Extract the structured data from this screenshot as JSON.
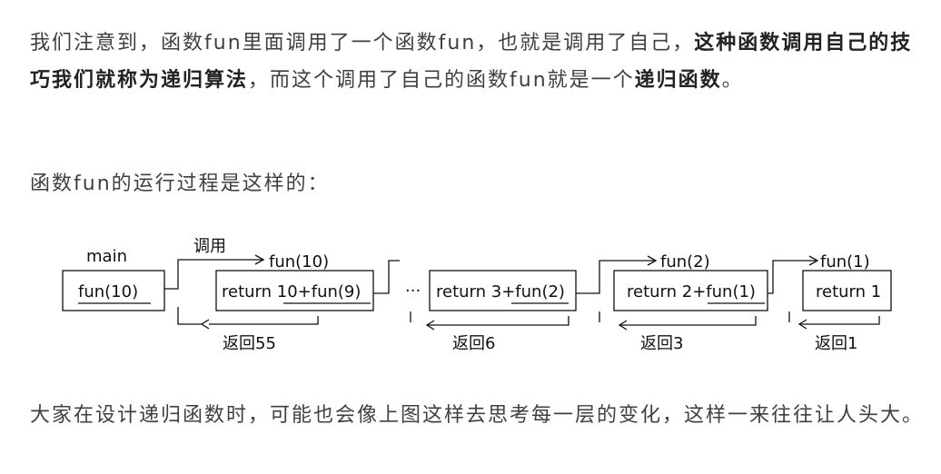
{
  "paragraph1": {
    "t1": "我们注意到，函数fun里面调用了一个函数fun，也就是调用了自己，",
    "b1": "这种函数调用自己的技巧我们就称为递归算法",
    "t2": "，而这个调用了自己的函数fun就是一个",
    "b2": "递归函数",
    "t3": "。"
  },
  "paragraph2": "函数fun的运行过程是这样的：",
  "diagram": {
    "main_label": "main",
    "call_label": "调用",
    "main_box": "fun(10)",
    "ellipsis": "···",
    "calls": [
      {
        "head": "fun(10)",
        "body": "return 10+fun(9)",
        "ret": "返回55"
      },
      {
        "head": "",
        "body": "return 3+fun(2)",
        "ret": "返回6"
      },
      {
        "head": "fun(2)",
        "body": "return 2+fun(1)",
        "ret": "返回3"
      },
      {
        "head": "fun(1)",
        "body": "return 1",
        "ret": "返回1"
      }
    ]
  },
  "paragraph3": "大家在设计递归函数时，可能也会像上图这样去思考每一层的变化，这样一来往往让人头大。"
}
